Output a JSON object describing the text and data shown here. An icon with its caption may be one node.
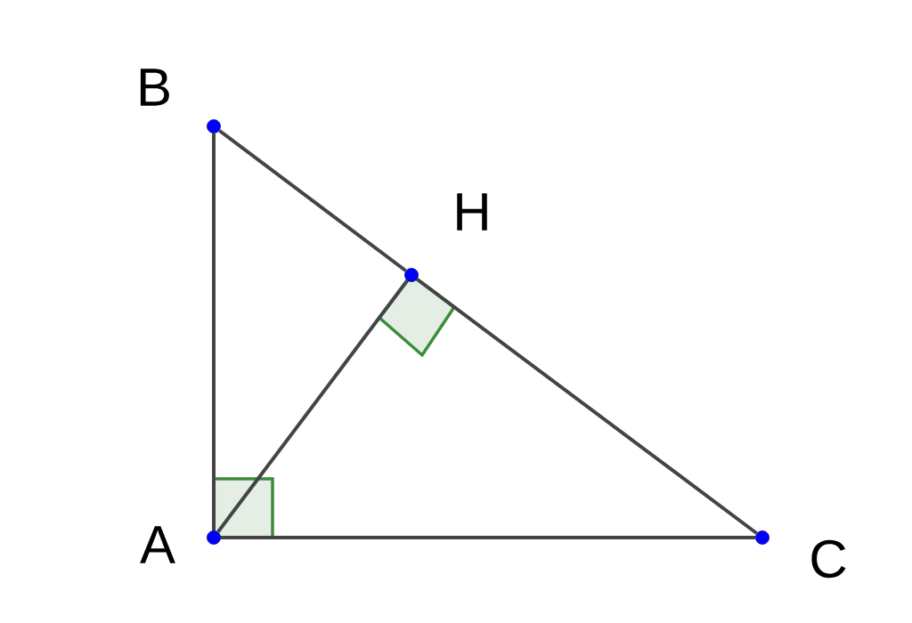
{
  "diagram": {
    "nodes": [
      {
        "text": [
          "B"
        ]
      },
      {
        "text": [
          "H"
        ]
      },
      {
        "text": [
          "A"
        ]
      },
      {
        "text": [
          "C"
        ]
      }
    ],
    "edges": [
      {
        "from": 0,
        "to": 2,
        "arrow": "none"
      },
      {
        "from": 0,
        "to": 1,
        "arrow": "none"
      },
      {
        "from": 1,
        "to": 3,
        "arrow": "none"
      },
      {
        "from": 2,
        "to": 1,
        "arrow": "none"
      },
      {
        "from": 2,
        "to": 3,
        "arrow": "none"
      }
    ]
  }
}
